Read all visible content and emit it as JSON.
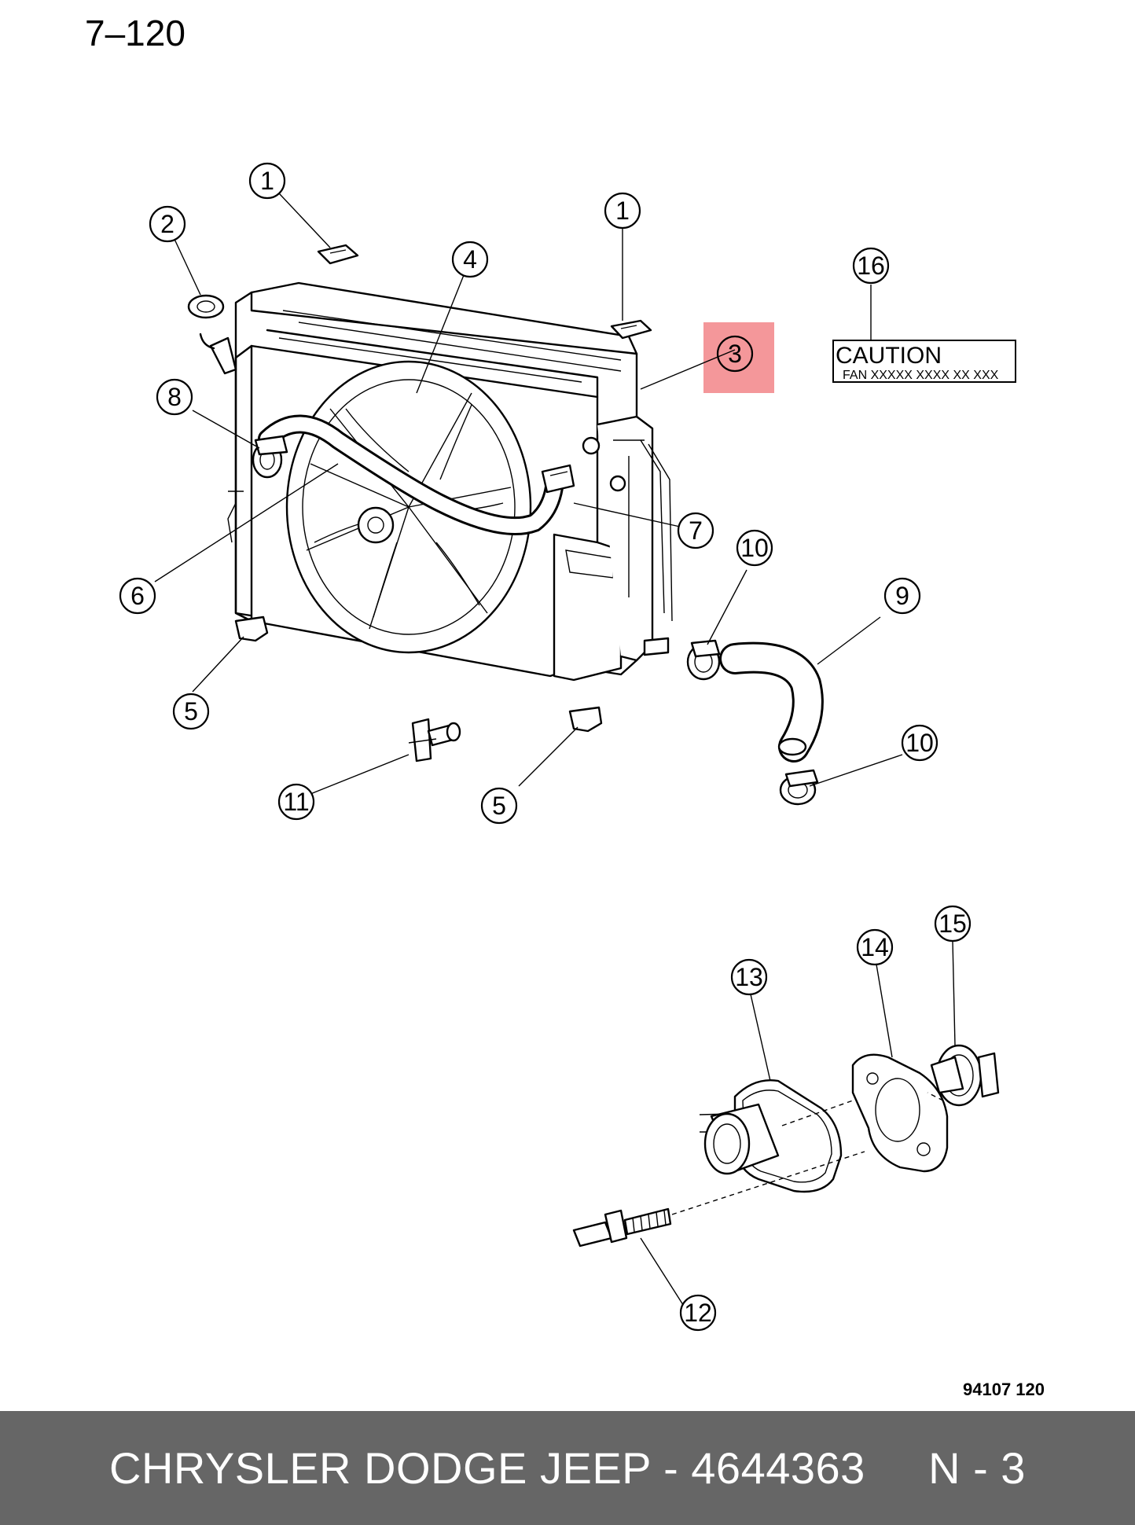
{
  "page": {
    "number": "7–120",
    "figure_code": "94107  120"
  },
  "caution_label": {
    "title": "CAUTION",
    "text": "FAN  XXXXX  XXXX  XX  XXX"
  },
  "highlight": {
    "color": "#f4979a"
  },
  "callouts": {
    "c1a": "1",
    "c1b": "1",
    "c2": "2",
    "c3": "3",
    "c4": "4",
    "c5a": "5",
    "c5b": "5",
    "c6": "6",
    "c7": "7",
    "c8": "8",
    "c9": "9",
    "c10a": "10",
    "c10b": "10",
    "c11": "11",
    "c12": "12",
    "c13": "13",
    "c14": "14",
    "c15": "15",
    "c16": "16"
  },
  "footer": {
    "text": "CHRYSLER DODGE JEEP - 4644363     N - 3"
  }
}
